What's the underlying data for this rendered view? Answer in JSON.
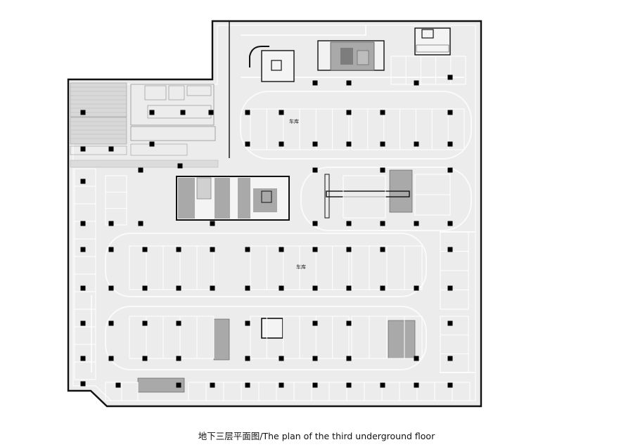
{
  "plan": {
    "caption": "地下三层平面图/The plan of the third underground floor",
    "zones": [
      {
        "label": "车库"
      },
      {
        "label": "车库"
      }
    ],
    "colors": {
      "floor": "#ececec",
      "wall": "#111111",
      "column": "#000000",
      "core": "#a9a9a9",
      "stall_line": "#ffffff",
      "aisle_line": "#fafafa"
    }
  }
}
